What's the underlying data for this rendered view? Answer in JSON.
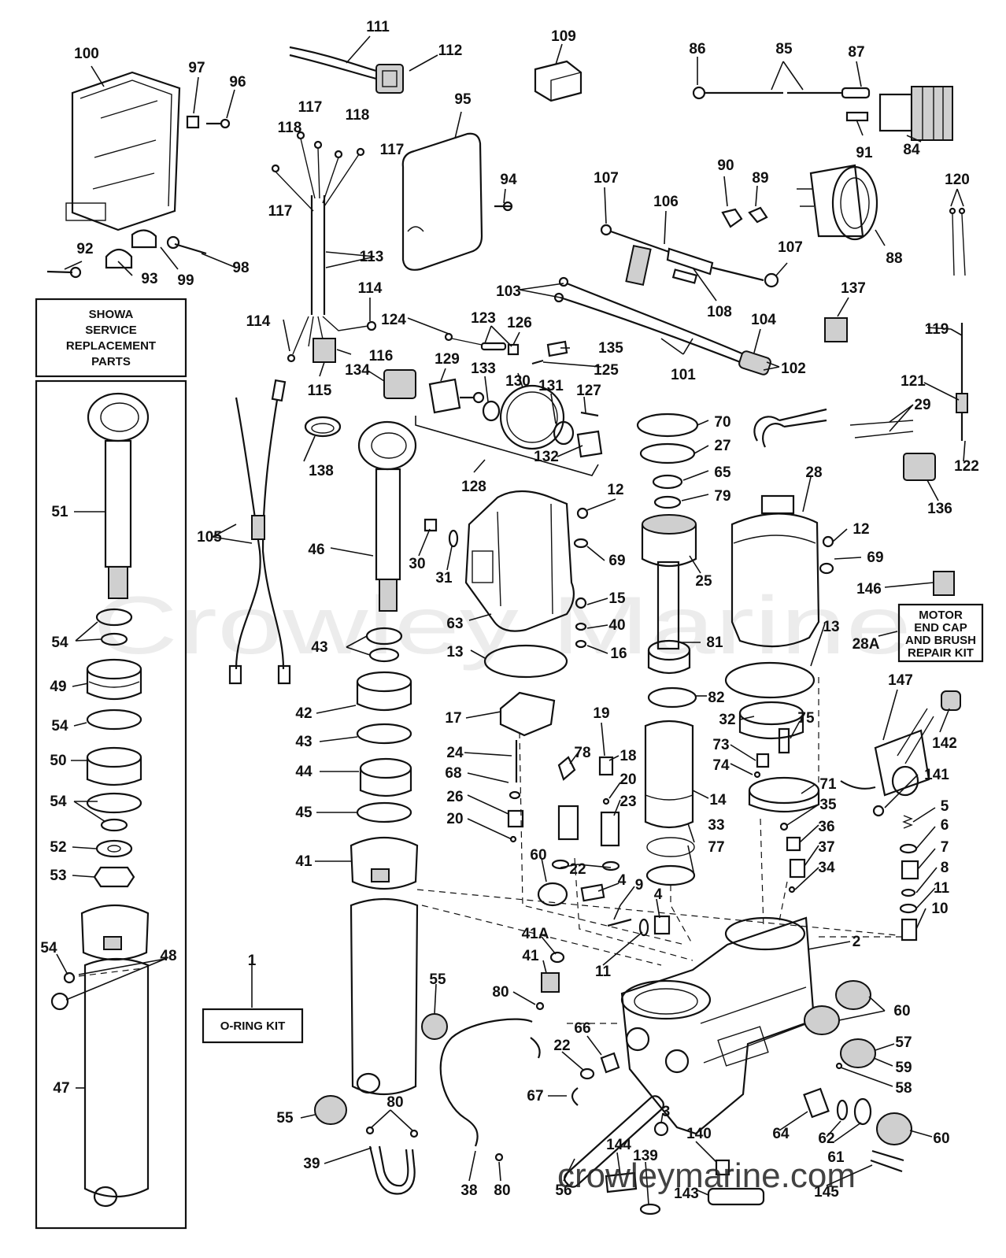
{
  "watermark": "Crowley Marine",
  "footer_url": "crowleymarine.com",
  "kit_boxes": {
    "showa": [
      "SHOWA",
      "SERVICE",
      "REPLACEMENT",
      "PARTS"
    ],
    "motor": [
      "MOTOR",
      "END CAP",
      "AND BRUSH",
      "REPAIR KIT"
    ],
    "oring": "O-RING KIT"
  },
  "part_labels": [
    {
      "text": "111"
    },
    {
      "text": "112"
    },
    {
      "text": "109"
    },
    {
      "text": "86"
    },
    {
      "text": "85"
    },
    {
      "text": "87"
    },
    {
      "text": "100"
    },
    {
      "text": "97"
    },
    {
      "text": "96"
    },
    {
      "text": "95"
    },
    {
      "text": "117"
    },
    {
      "text": "118"
    },
    {
      "text": "118"
    },
    {
      "text": "117"
    },
    {
      "text": "117"
    },
    {
      "text": "91"
    },
    {
      "text": "84"
    },
    {
      "text": "94"
    },
    {
      "text": "90"
    },
    {
      "text": "89"
    },
    {
      "text": "107"
    },
    {
      "text": "106"
    },
    {
      "text": "120"
    },
    {
      "text": "92"
    },
    {
      "text": "93"
    },
    {
      "text": "99"
    },
    {
      "text": "98"
    },
    {
      "text": "113"
    },
    {
      "text": "88"
    },
    {
      "text": "107"
    },
    {
      "text": "114"
    },
    {
      "text": "103"
    },
    {
      "text": "108"
    },
    {
      "text": "137"
    },
    {
      "text": "114"
    },
    {
      "text": "124"
    },
    {
      "text": "123"
    },
    {
      "text": "126"
    },
    {
      "text": "104"
    },
    {
      "text": "119"
    },
    {
      "text": "116"
    },
    {
      "text": "135"
    },
    {
      "text": "101"
    },
    {
      "text": "102"
    },
    {
      "text": "134"
    },
    {
      "text": "129"
    },
    {
      "text": "133"
    },
    {
      "text": "130"
    },
    {
      "text": "125"
    },
    {
      "text": "115"
    },
    {
      "text": "131"
    },
    {
      "text": "127"
    },
    {
      "text": "121"
    },
    {
      "text": "29"
    },
    {
      "text": "70"
    },
    {
      "text": "138"
    },
    {
      "text": "132"
    },
    {
      "text": "27"
    },
    {
      "text": "122"
    },
    {
      "text": "128"
    },
    {
      "text": "65"
    },
    {
      "text": "28"
    },
    {
      "text": "136"
    },
    {
      "text": "51"
    },
    {
      "text": "12"
    },
    {
      "text": "79"
    },
    {
      "text": "12"
    },
    {
      "text": "105"
    },
    {
      "text": "46"
    },
    {
      "text": "30"
    },
    {
      "text": "69"
    },
    {
      "text": "69"
    },
    {
      "text": "31"
    },
    {
      "text": "25"
    },
    {
      "text": "146"
    },
    {
      "text": "15"
    },
    {
      "text": "13"
    },
    {
      "text": "63"
    },
    {
      "text": "40"
    },
    {
      "text": "81"
    },
    {
      "text": "28A"
    },
    {
      "text": "54"
    },
    {
      "text": "43"
    },
    {
      "text": "13"
    },
    {
      "text": "16"
    },
    {
      "text": "49"
    },
    {
      "text": "82"
    },
    {
      "text": "147"
    },
    {
      "text": "42"
    },
    {
      "text": "17"
    },
    {
      "text": "19"
    },
    {
      "text": "32"
    },
    {
      "text": "75"
    },
    {
      "text": "54"
    },
    {
      "text": "43"
    },
    {
      "text": "142"
    },
    {
      "text": "73"
    },
    {
      "text": "24"
    },
    {
      "text": "78"
    },
    {
      "text": "18"
    },
    {
      "text": "74"
    },
    {
      "text": "50"
    },
    {
      "text": "44"
    },
    {
      "text": "68"
    },
    {
      "text": "20"
    },
    {
      "text": "71"
    },
    {
      "text": "141"
    },
    {
      "text": "54"
    },
    {
      "text": "26"
    },
    {
      "text": "14"
    },
    {
      "text": "35"
    },
    {
      "text": "5"
    },
    {
      "text": "23"
    },
    {
      "text": "45"
    },
    {
      "text": "20"
    },
    {
      "text": "33"
    },
    {
      "text": "36"
    },
    {
      "text": "6"
    },
    {
      "text": "52"
    },
    {
      "text": "77"
    },
    {
      "text": "37"
    },
    {
      "text": "7"
    },
    {
      "text": "41"
    },
    {
      "text": "60"
    },
    {
      "text": "22"
    },
    {
      "text": "53"
    },
    {
      "text": "34"
    },
    {
      "text": "8"
    },
    {
      "text": "4"
    },
    {
      "text": "9"
    },
    {
      "text": "11"
    },
    {
      "text": "4"
    },
    {
      "text": "10"
    },
    {
      "text": "2"
    },
    {
      "text": "41A"
    },
    {
      "text": "54"
    },
    {
      "text": "48"
    },
    {
      "text": "41"
    },
    {
      "text": "11"
    },
    {
      "text": "1"
    },
    {
      "text": "55"
    },
    {
      "text": "80"
    },
    {
      "text": "60"
    },
    {
      "text": "57"
    },
    {
      "text": "66"
    },
    {
      "text": "22"
    },
    {
      "text": "59"
    },
    {
      "text": "58"
    },
    {
      "text": "67"
    },
    {
      "text": "47"
    },
    {
      "text": "55"
    },
    {
      "text": "80"
    },
    {
      "text": "3"
    },
    {
      "text": "140"
    },
    {
      "text": "64"
    },
    {
      "text": "62"
    },
    {
      "text": "60"
    },
    {
      "text": "144"
    },
    {
      "text": "61"
    },
    {
      "text": "139"
    },
    {
      "text": "39"
    },
    {
      "text": "38"
    },
    {
      "text": "80"
    },
    {
      "text": "56"
    },
    {
      "text": "143"
    },
    {
      "text": "145"
    }
  ]
}
